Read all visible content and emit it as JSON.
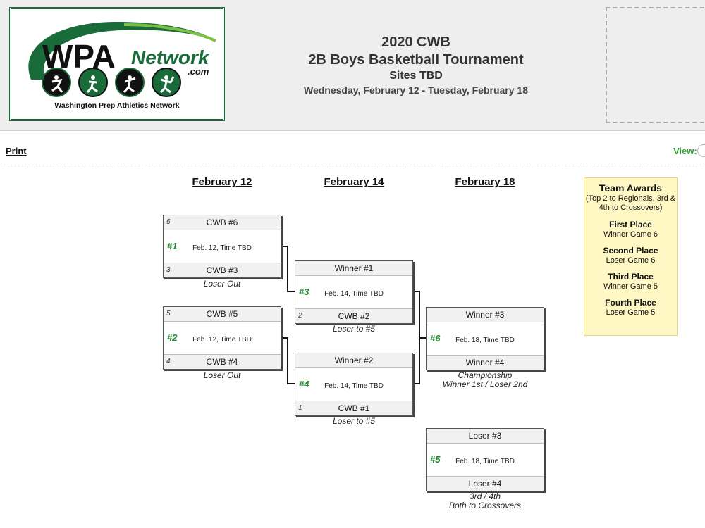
{
  "header": {
    "logo": {
      "brand_part1": "WPA",
      "brand_part2": "Network",
      "brand_suffix": ".com",
      "tagline": "Washington Prep Athletics Network"
    },
    "title_line1": "2020 CWB",
    "title_line2": "2B Boys Basketball Tournament",
    "title_line3": "Sites TBD",
    "title_line4": "Wednesday, February 12 - Tuesday, February 18"
  },
  "toolbar": {
    "print_label": "Print",
    "view_label": "View:"
  },
  "dates": [
    "February 12",
    "February 14",
    "February 18"
  ],
  "games": {
    "g1": {
      "top_seed": "6",
      "top_team": "CWB #6",
      "num": "#1",
      "time": "Feb. 12, Time TBD",
      "bot_seed": "3",
      "bot_team": "CWB #3",
      "note": "Loser Out"
    },
    "g2": {
      "top_seed": "5",
      "top_team": "CWB #5",
      "num": "#2",
      "time": "Feb. 12, Time TBD",
      "bot_seed": "4",
      "bot_team": "CWB #4",
      "note": "Loser Out"
    },
    "g3": {
      "top_team": "Winner #1",
      "num": "#3",
      "time": "Feb. 14, Time TBD",
      "bot_seed": "2",
      "bot_team": "CWB #2",
      "note": "Loser to #5"
    },
    "g4": {
      "top_team": "Winner #2",
      "num": "#4",
      "time": "Feb. 14, Time TBD",
      "bot_seed": "1",
      "bot_team": "CWB #1",
      "note": "Loser to #5"
    },
    "g6": {
      "top_team": "Winner #3",
      "num": "#6",
      "time": "Feb. 18, Time TBD",
      "bot_team": "Winner #4",
      "note_line1": "Championship",
      "note_line2": "Winner 1st / Loser 2nd"
    },
    "g5": {
      "top_team": "Loser #3",
      "num": "#5",
      "time": "Feb. 18, Time TBD",
      "bot_team": "Loser #4",
      "note_line1": "3rd / 4th",
      "note_line2": "Both to Crossovers"
    }
  },
  "awards": {
    "title": "Team Awards",
    "subtitle": "(Top 2 to Regionals, 3rd & 4th to Crossovers)",
    "places": [
      {
        "place": "First Place",
        "value": "Winner Game 6"
      },
      {
        "place": "Second Place",
        "value": "Loser Game 6"
      },
      {
        "place": "Third Place",
        "value": "Winner Game 5"
      },
      {
        "place": "Fourth Place",
        "value": "Loser Game 5"
      }
    ]
  },
  "colors": {
    "brand_green": "#1a6b3a",
    "game_number_green": "#1e8a2e",
    "view_label_green": "#2e9e2e",
    "awards_background": "#fff8c4"
  }
}
